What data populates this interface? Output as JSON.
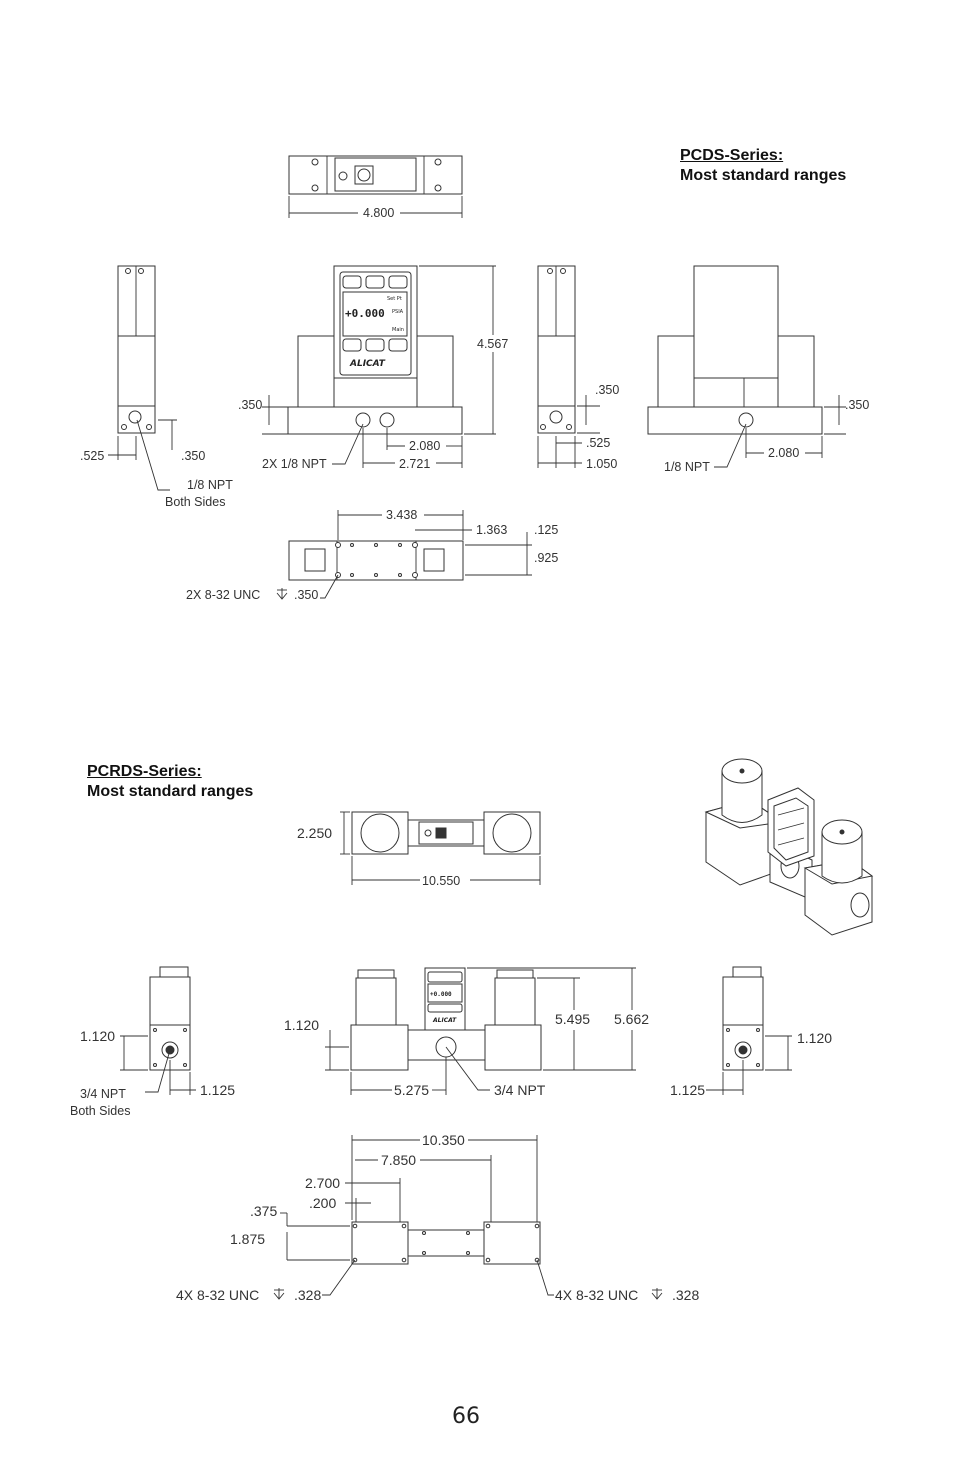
{
  "page": {
    "number": "66"
  },
  "pcds": {
    "title": "PCDS-Series:",
    "subtitle": "Most standard ranges",
    "top_view": {
      "width": "4.800"
    },
    "left_side": {
      "d1": ".525",
      "d2": ".350",
      "note_line1": "1/8 NPT",
      "note_line2": "Both Sides"
    },
    "front": {
      "height": "4.567",
      "base": ".350",
      "port_spacing": "2.080",
      "port_offset": "2.721",
      "port_label": "2X 1/8 NPT"
    },
    "right_side": {
      "d1": ".350",
      "d2": ".525",
      "width": "1.050"
    },
    "back": {
      "base": ".350",
      "port_offset": "2.080",
      "port_label": "1/8 NPT"
    },
    "bottom": {
      "span": "3.438",
      "offset": "1.363",
      "edge": ".125",
      "depth": ".925",
      "thread_prefix": "2X 8-32 UNC",
      "thread_depth": ".350"
    }
  },
  "pcrds": {
    "title": "PCRDS-Series:",
    "subtitle": "Most standard ranges",
    "top_view": {
      "depth": "2.250",
      "width": "10.550"
    },
    "left_side": {
      "height": "1.120",
      "offset": "1.125",
      "note_line1": "3/4 NPT",
      "note_line2": "Both Sides"
    },
    "front": {
      "base": "1.120",
      "height_a": "5.495",
      "height_b": "5.662",
      "port_offset": "5.275",
      "port_label": "3/4 NPT"
    },
    "right_side": {
      "height": "1.120",
      "offset": "1.125"
    },
    "bottom": {
      "overall": "10.350",
      "inner": "7.850",
      "d1": "2.700",
      "d2": ".200",
      "d3": ".375",
      "d4": "1.875",
      "thread_left": "4X 8-32 UNC",
      "thread_left_depth": ".328",
      "thread_right": "4X 8-32 UNC",
      "thread_right_depth": ".328"
    }
  },
  "display": {
    "reading": "+0.000",
    "units": "PSIA",
    "setpoint": "Set Pt",
    "mode": "Main",
    "brand": "ALICAT"
  },
  "icons": [
    "depth-symbol-icon"
  ]
}
